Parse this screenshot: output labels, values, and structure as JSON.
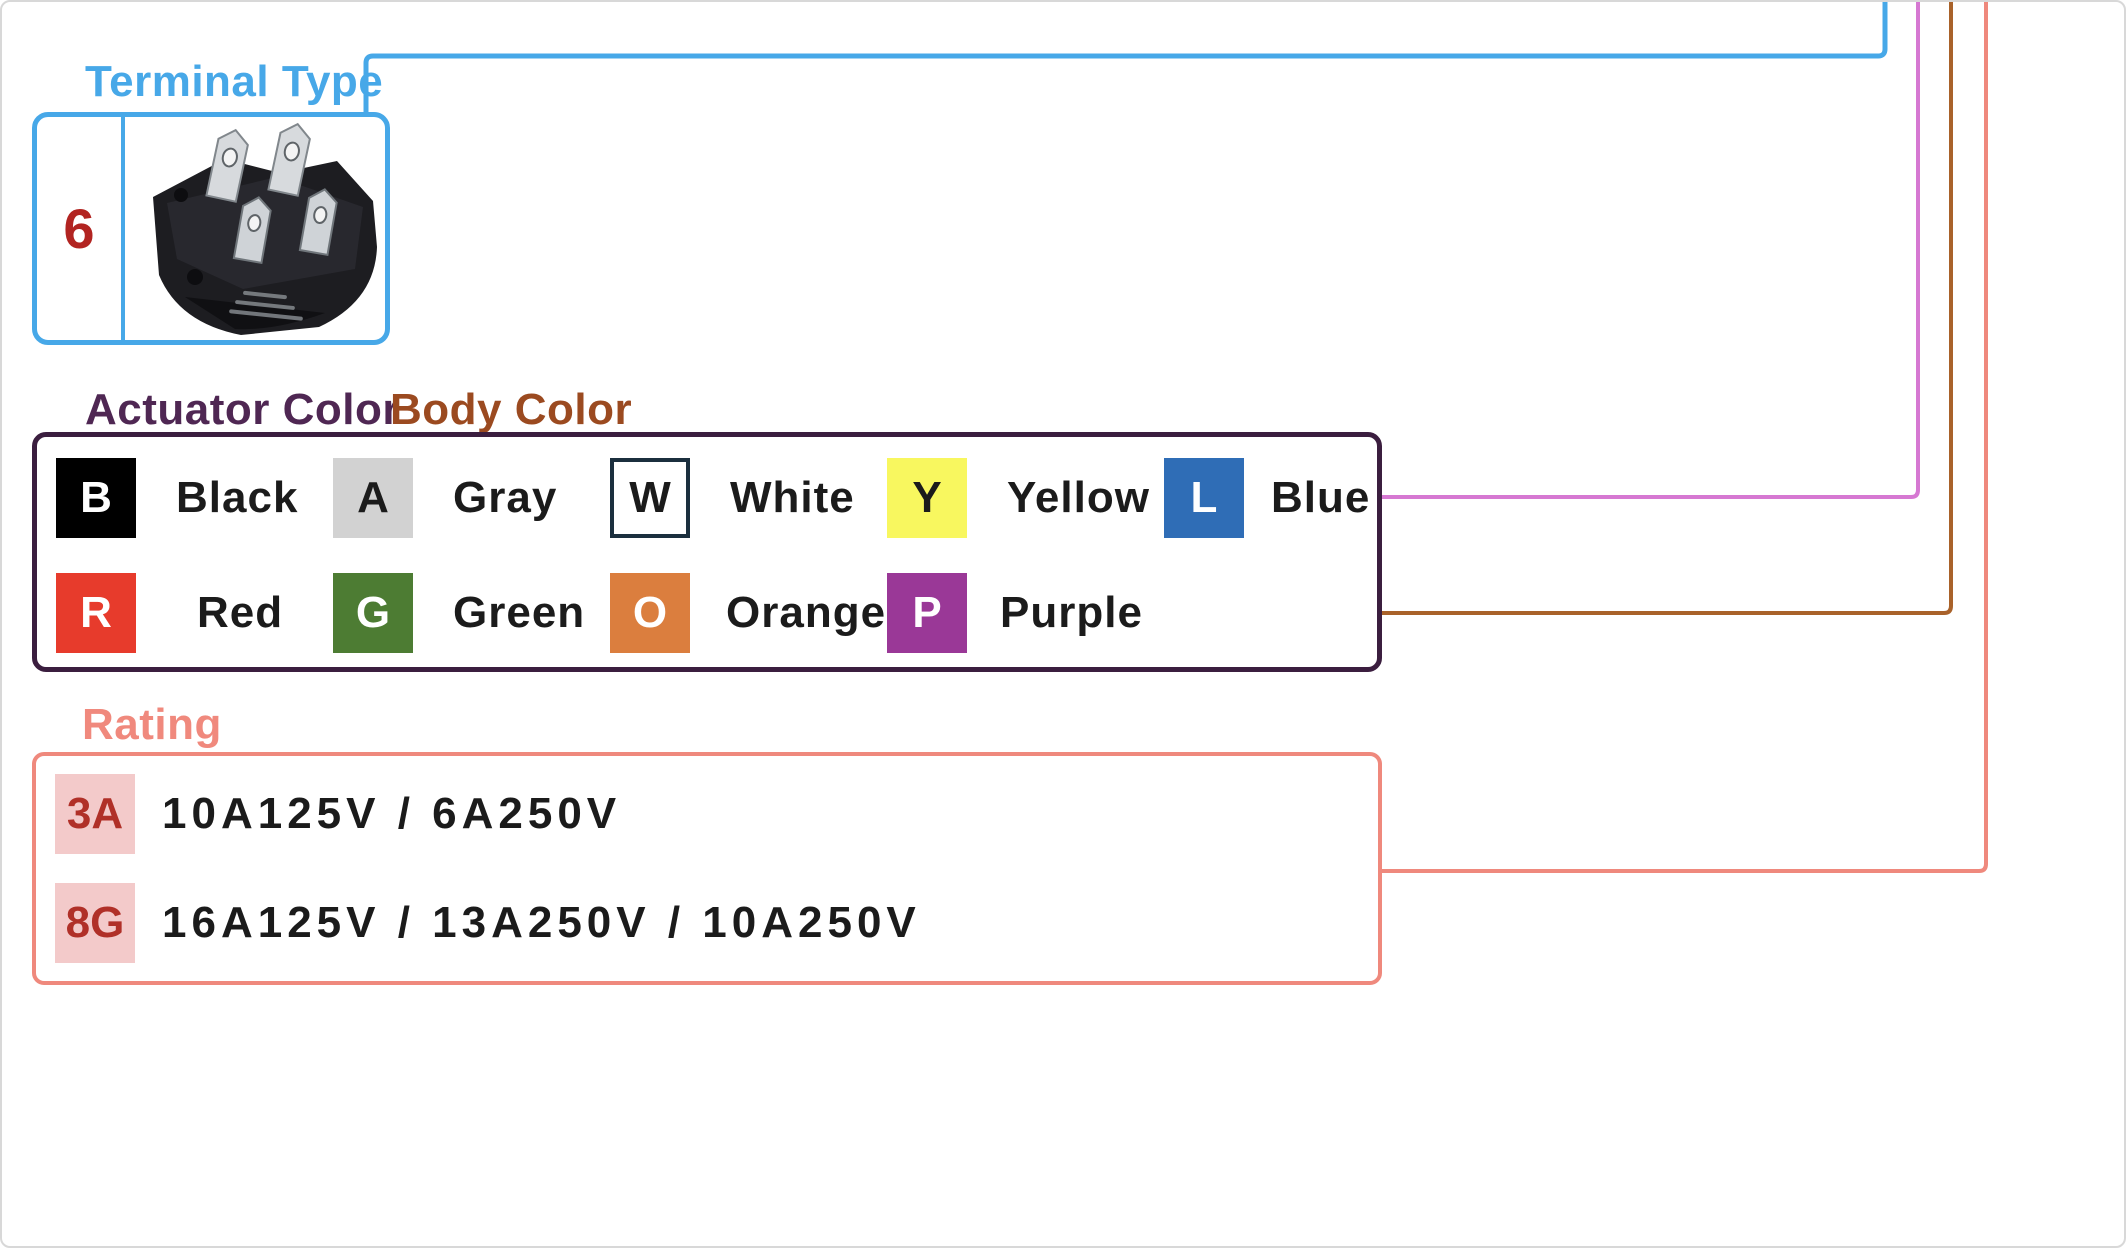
{
  "theme": {
    "canvas_border": "#d8d8d8",
    "blue": "#47a8e8",
    "magenta": "#d678d2",
    "brown": "#a9622a",
    "salmon": "#ef897d",
    "color_box_border": "#3b1e3f",
    "actuator_title_color": "#4f2753",
    "body_title_color": "#9b4a20",
    "terminal_code_color": "#b22421",
    "rating_title_color": "#f0897d",
    "rating_code_bg": "#f3caca",
    "rating_code_color": "#b03028",
    "text_color": "#1b1b1b"
  },
  "terminal": {
    "title": "Terminal Type",
    "code": "6",
    "photo": "rocker-switch-base-with-4-spade-terminals"
  },
  "colors": {
    "actuator_title": "Actuator Color",
    "body_title": "Body Color",
    "items": [
      {
        "code": "B",
        "label": "Black",
        "bg": "#000000",
        "fg": "#ffffff"
      },
      {
        "code": "A",
        "label": "Gray",
        "bg": "#d2d2d2",
        "fg": "#1b1b1b"
      },
      {
        "code": "W",
        "label": "White",
        "bg": "#ffffff",
        "fg": "#1b1b1b",
        "border": "#1b2f3e"
      },
      {
        "code": "Y",
        "label": "Yellow",
        "bg": "#f8f75f",
        "fg": "#1b1b1b"
      },
      {
        "code": "L",
        "label": "Blue",
        "bg": "#2f6db6",
        "fg": "#ffffff"
      },
      {
        "code": "R",
        "label": "Red",
        "bg": "#e73b2c",
        "fg": "#ffffff"
      },
      {
        "code": "G",
        "label": "Green",
        "bg": "#4d7c33",
        "fg": "#ffffff"
      },
      {
        "code": "O",
        "label": "Orange",
        "bg": "#db7e3e",
        "fg": "#ffffff"
      },
      {
        "code": "P",
        "label": "Purple",
        "bg": "#9a3897",
        "fg": "#ffffff"
      }
    ]
  },
  "rating": {
    "title": "Rating",
    "rows": [
      {
        "code": "3A",
        "text": "10A125V / 6A250V"
      },
      {
        "code": "8G",
        "text": "16A125V / 13A250V / 10A250V"
      }
    ]
  },
  "connectors": {
    "terminal_line": "#47a8e8",
    "actuator_line": "#d678d2",
    "body_line": "#a9622a",
    "rating_line": "#ef897d"
  }
}
